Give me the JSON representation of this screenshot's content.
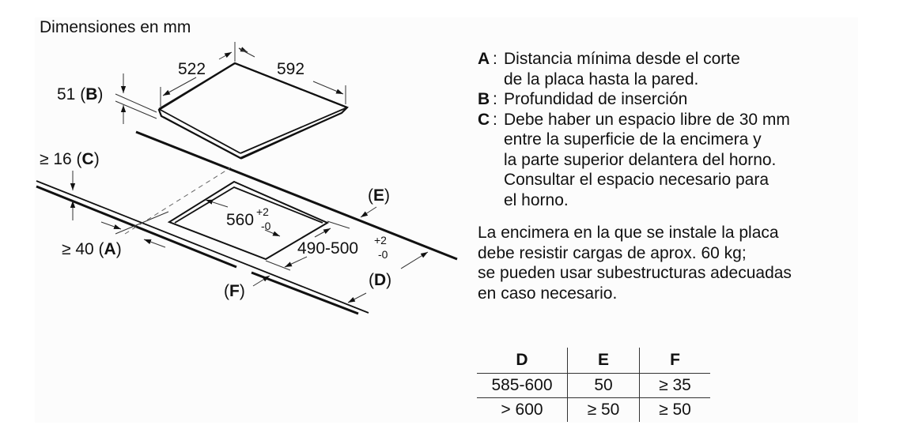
{
  "title": "Dimensiones en mm",
  "diagram": {
    "labels": {
      "width_top": "522",
      "depth_top": "592",
      "insertion_depth": "51",
      "insertion_depth_key": "B",
      "countertop_thickness": "≥ 16",
      "countertop_thickness_key": "C",
      "wall_distance": "≥ 40",
      "wall_distance_key": "A",
      "cutout_width": "560",
      "cutout_width_tol_plus": "+2",
      "cutout_width_tol_minus": "-0",
      "cutout_depth": "490-500",
      "cutout_depth_tol_plus": "+2",
      "cutout_depth_tol_minus": "-0",
      "key_e": "E",
      "key_d": "D",
      "key_f": "F"
    }
  },
  "legend": {
    "items": [
      {
        "key": "A",
        "lines": [
          "Distancia mínima desde el corte",
          "de la placa hasta la pared."
        ]
      },
      {
        "key": "B",
        "lines": [
          "Profundidad de inserción"
        ]
      },
      {
        "key": "C",
        "lines": [
          "Debe haber un espacio libre de 30 mm",
          "entre la superficie de la encimera y",
          "la parte superior delantera del horno.",
          "Consultar el espacio necesario para",
          "el horno."
        ]
      }
    ]
  },
  "note": {
    "lines": [
      "La encimera en la que se instale la placa",
      "debe resistir cargas de aprox. 60 kg;",
      "se pueden usar subestructuras adecuadas",
      "en caso necesario."
    ]
  },
  "table": {
    "headers": [
      "D",
      "E",
      "F"
    ],
    "rows": [
      [
        "585-600",
        "50",
        "≥ 35"
      ],
      [
        "> 600",
        "≥ 50",
        "≥ 50"
      ]
    ]
  }
}
